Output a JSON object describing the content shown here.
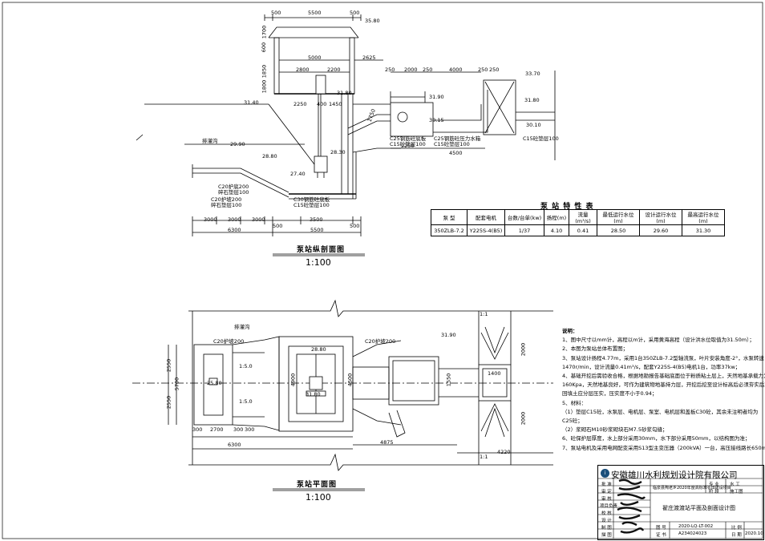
{
  "section_view": {
    "title": "泵站纵剖面图",
    "scale": "1:100",
    "top_dims": [
      "500",
      "5500",
      "500",
      "35.80"
    ],
    "house_dims": [
      "5000",
      "2625",
      "2800",
      "2200",
      "250",
      "2000",
      "250",
      "4000",
      "250",
      "250"
    ],
    "left_dims": [
      "1700",
      "600",
      "1850",
      "1800"
    ],
    "mid_dims": [
      "2250",
      "400",
      "1450",
      "2250",
      "4500",
      "1750"
    ],
    "bottom_dims": [
      "3000",
      "3000",
      "3000",
      "500",
      "3500",
      "500",
      "6300",
      "5500"
    ],
    "elevations": [
      "31.40",
      "29.90",
      "28.80",
      "27.40",
      "31.80",
      "31.90",
      "30.15",
      "30.10",
      "33.70",
      "31.80",
      "28.30"
    ],
    "labels": [
      "C20护底200",
      "碎石垫层100",
      "C20护坡200",
      "碎石垫层100",
      "C30钢筋砼底板",
      "C15砼垫层100",
      "C25钢筋砼压力水箱",
      "C15砼垫层100",
      "C25钢筋砼底板",
      "C15砼垫层100",
      "C15砼垫层100",
      "排灌沟",
      "C25钢筋砼底板"
    ]
  },
  "plan_view": {
    "title": "泵站平面图",
    "scale": "1:100",
    "dims_left": [
      "2550",
      "2550",
      "5700"
    ],
    "dims_bottom": [
      "300",
      "2700",
      "300",
      "300",
      "6300",
      "4875",
      "4220"
    ],
    "dims_mid": [
      "4900",
      "4500",
      "1400",
      "1550",
      "2000",
      "2000"
    ],
    "slopes": [
      "1:5.0",
      "1:5.0",
      "1:1",
      "1:1"
    ],
    "labels": [
      "C20护坡200",
      "C20护坡200",
      "31.80",
      "31.90",
      "28.80",
      "25.80",
      "排灌沟"
    ]
  },
  "characteristics": {
    "title": "泵 站 特 性 表",
    "headers": [
      "泵 型",
      "配套电机",
      "台数/台单(kw)",
      "扬程(m)",
      "流量(m³/s)",
      "最低运行水位(m)",
      "设计运行水位(m)",
      "最高运行水位(m)"
    ],
    "row": [
      "350ZLB-7.2",
      "Y225S-4(B5)",
      "1/37",
      "4.10",
      "0.41",
      "28.50",
      "29.60",
      "31.30"
    ]
  },
  "notes": {
    "heading": "说明：",
    "lines": [
      "1、图中尺寸以mm计，高程以m计，采用黄海高程（设计洪水位取值为31.50m）；",
      "2、本图为泵站总体布置图；",
      "3、泵站设计扬程4.77m，采用1台350ZLB-7.2型轴流泵，叶片安装角度-2°，水泵转速",
      "1470r/min，设计流量0.41m³/s，配套Y225S-4(B5)电机1台，功率37kw；",
      "4、基础开挖后需验收合格，根据地勘报告基础底面位于粉质粘土层上，天然地基承载力为",
      "160Kpa，天然地基良好，可作为建筑物地基持力层，开挖后挖至设计标高后必须夯实后方可进行施工，",
      "回填土应分层压实，压实度不小于0.94；",
      "5、材料：",
      "（1）垫层C15砼，水泵层、电机层、泵室、电机层和盖板C30砼，其余未注明者均为",
      "C25砼；",
      "（2）浆砌石M10砂浆砌块石M7.5砂浆勾缝；",
      "6、砼保护层厚度，水上部分采用30mm，水下部分采用50mm，以结构图为准；",
      "7、泵站电机及采用电网配变采用S13型主变压器（200kVA）一台，高压接线路长650m。"
    ]
  },
  "title_block": {
    "company": "安徽雄川水利规划设计院有限公司",
    "logo": "i",
    "project": "临泉县陶老乡2020年度高标准农田建设项目",
    "drawing_title": "翟庄渡渡站平面及剖面设计图",
    "roles": [
      "批 准",
      "审 定",
      "审 核",
      "项目负责",
      "校 核",
      "设 计",
      "制 图",
      "描 图"
    ],
    "fields": [
      "专 业",
      "水 工",
      "阶 段",
      "施工图"
    ],
    "drawing_no_label": "图 号",
    "drawing_no": "2020-LQ-LT-002",
    "ratio_label": "比 例",
    "cert_label": "证 书",
    "cert_no": "A234024023",
    "date_label": "日 期",
    "date": "2020.10"
  }
}
